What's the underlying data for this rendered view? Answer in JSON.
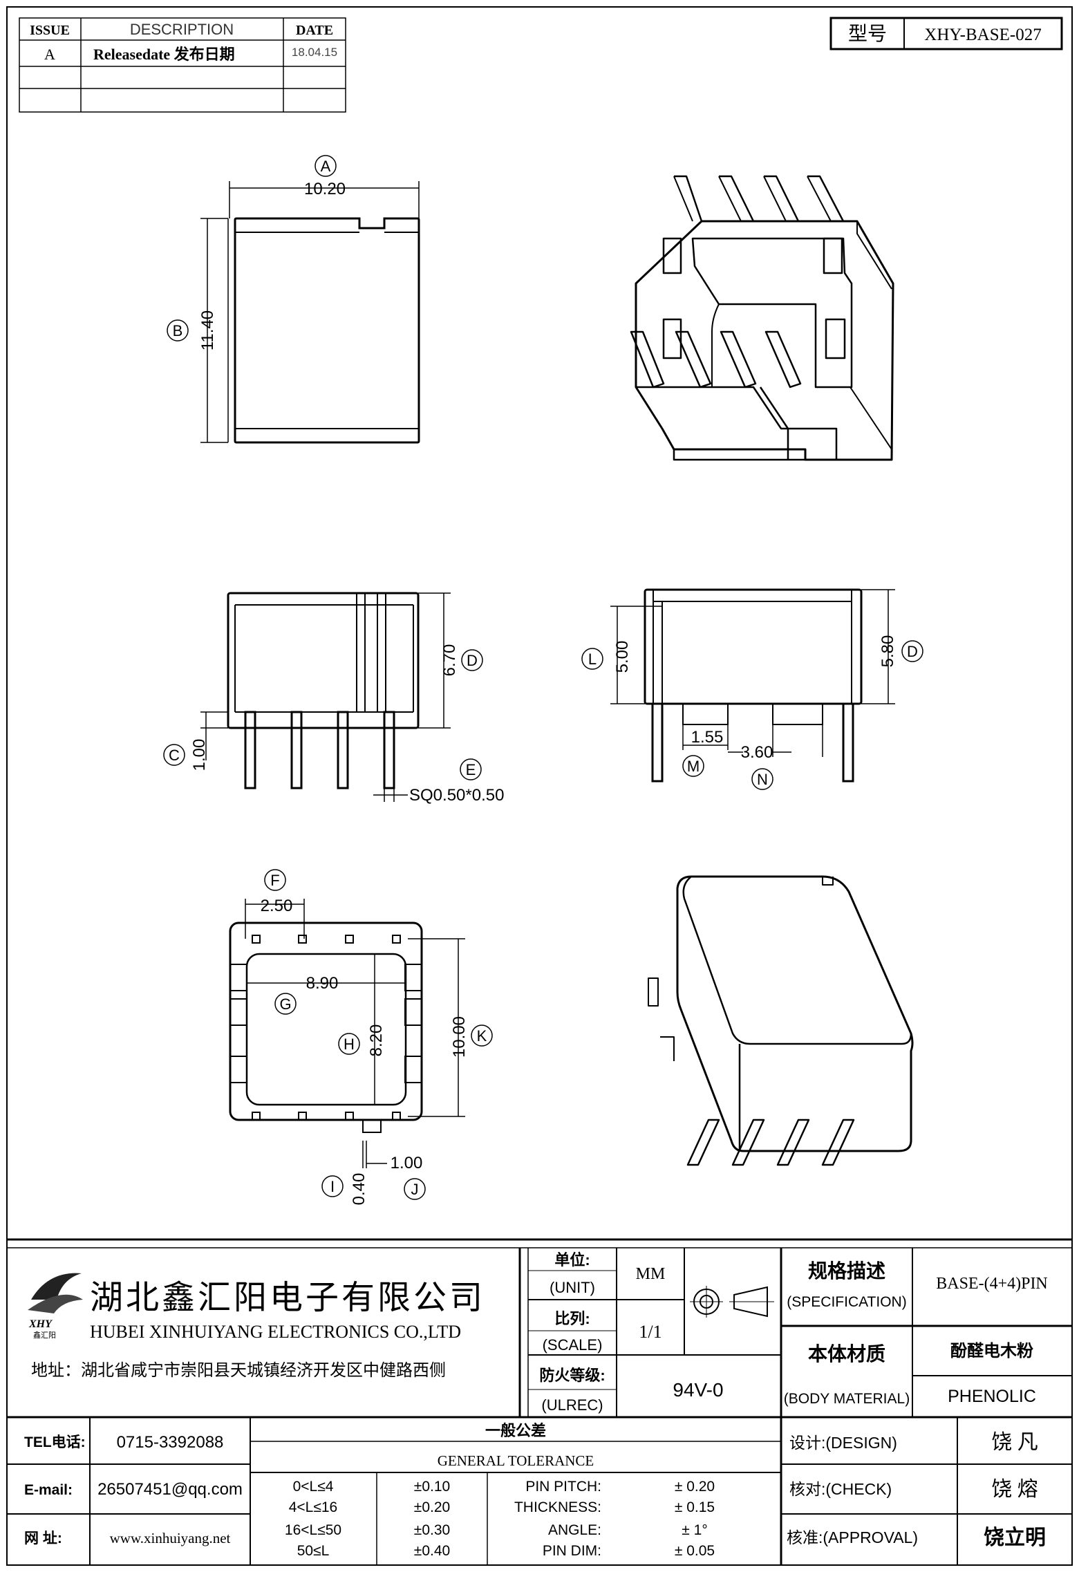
{
  "revision_table": {
    "headers": {
      "issue": "ISSUE",
      "description": "DESCRIPTION",
      "date": "DATE"
    },
    "rows": [
      {
        "issue": "A",
        "description": "Releasedate 发布日期",
        "date": "18.04.15"
      }
    ]
  },
  "model": {
    "label": "型号",
    "value": "XHY-BASE-027"
  },
  "dimensions": {
    "A": {
      "tag": "A",
      "value": "10.20"
    },
    "B": {
      "tag": "B",
      "value": "11.40"
    },
    "C": {
      "tag": "C",
      "value": "1.00"
    },
    "D": {
      "tag": "D",
      "value": "6.70"
    },
    "E": {
      "tag": "E",
      "value": "SQ0.50*0.50"
    },
    "L": {
      "tag": "L",
      "value": "5.00"
    },
    "D2": {
      "tag": "D",
      "value": "5.80"
    },
    "M": {
      "tag": "M",
      "value": "1.55"
    },
    "N": {
      "tag": "N",
      "value": "3.60"
    },
    "F": {
      "tag": "F",
      "value": "2.50"
    },
    "G": {
      "tag": "G",
      "value": "8.90"
    },
    "H": {
      "tag": "H",
      "value": "8.20"
    },
    "K": {
      "tag": "K",
      "value": "10.00"
    },
    "I": {
      "tag": "I",
      "value": "0.40"
    },
    "J": {
      "tag": "J",
      "value": "1.00"
    }
  },
  "company": {
    "logo_text": "XHY",
    "logo_sub": "鑫汇阳",
    "name_cn": "湖北鑫汇阳电子有限公司",
    "name_en": "HUBEI XINHUIYANG ELECTRONICS CO.,LTD",
    "address": "地址：湖北省咸宁市崇阳县天城镇经济开发区中健路西侧"
  },
  "title_block": {
    "unit_label_cn": "单位:",
    "unit_label_en": "(UNIT)",
    "unit_value": "MM",
    "scale_label_cn": "比列:",
    "scale_label_en": "(SCALE)",
    "scale_value": "1/1",
    "fire_label_cn": "防火等级:",
    "fire_label_en": "(ULREC)",
    "fire_value": "94V-0",
    "spec_label_cn": "规格描述",
    "spec_label_en": "(SPECIFICATION)",
    "spec_value": "BASE-(4+4)PIN",
    "material_label_cn": "本体材质",
    "material_label_en": "(BODY MATERIAL)",
    "material_value_cn": "酚醛电木粉",
    "material_value_en": "PHENOLIC"
  },
  "contact": {
    "tel_label": "TEL电话:",
    "tel_value": "0715-3392088",
    "email_label": "E-mail:",
    "email_value": "26507451@qq.com",
    "web_label": "网 址:",
    "web_value": "www.xinhuiyang.net"
  },
  "tolerance": {
    "title_cn": "一般公差",
    "title_en": "GENERAL TOLERANCE",
    "ranges": [
      {
        "range": "0<L≤4",
        "tol": "±0.10"
      },
      {
        "range": "4<L≤16",
        "tol": "±0.20"
      },
      {
        "range": "16<L≤50",
        "tol": "±0.30"
      },
      {
        "range": "50≤L",
        "tol": "±0.40"
      }
    ],
    "specs": [
      {
        "name": "PIN PITCH:",
        "tol": "± 0.20"
      },
      {
        "name": "THICKNESS:",
        "tol": "± 0.15"
      },
      {
        "name": "ANGLE:",
        "tol": "± 1°"
      },
      {
        "name": "PIN DIM:",
        "tol": "± 0.05"
      }
    ]
  },
  "signoff": {
    "design_label": "设计:(DESIGN)",
    "design_name": "饶 凡",
    "check_label": "核对:(CHECK)",
    "check_name": "饶 熔",
    "approval_label": "核准:(APPROVAL)",
    "approval_name": "饶立明"
  }
}
